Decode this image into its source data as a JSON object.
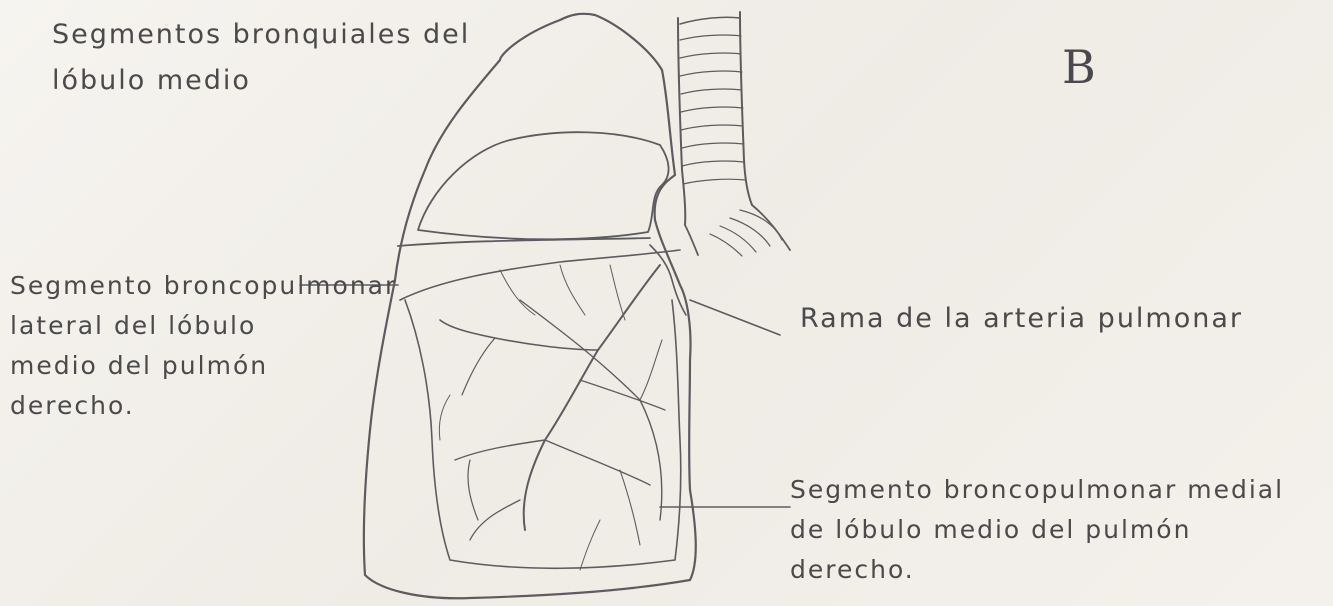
{
  "labels": {
    "top": [
      "Segmentos bronquiales del",
      "lóbulo medio"
    ],
    "left": [
      "Segmento broncopulmonar",
      "lateral del lóbulo",
      "medio del pulmón",
      "derecho."
    ],
    "right_mid": "Rama de la arteria pulmonar",
    "right_bottom": [
      "Segmento broncopulmonar medial",
      "de lóbulo medio del pulmón",
      "derecho."
    ]
  },
  "plate_letter": "B",
  "colors": {
    "pencil": "#5c5c60",
    "paper": "#f3f0eb"
  }
}
